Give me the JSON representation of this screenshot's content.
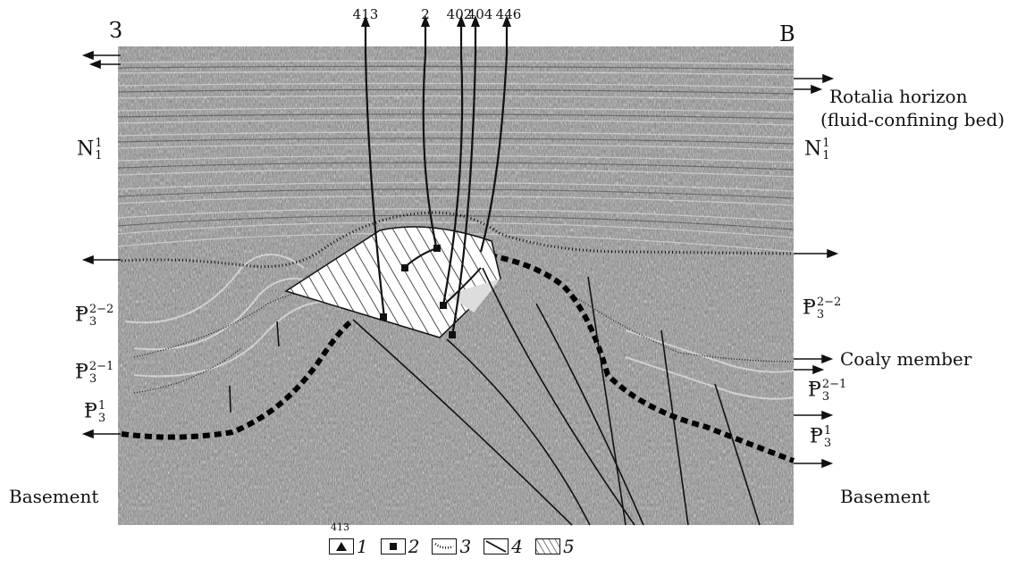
{
  "compass": {
    "west": "З",
    "east": "В"
  },
  "wells": [
    "413",
    "2",
    "402",
    "404",
    "446"
  ],
  "right_labels": {
    "rotalia_line1": "Rotalia horizon",
    "rotalia_line2": "(fluid-confining bed)",
    "coaly": "Coaly member",
    "basement": "Basement"
  },
  "left_labels": {
    "basement": "Basement"
  },
  "strata": {
    "n1_base": "N",
    "n1_sub": "1",
    "n1_sup": "1",
    "p32_2_base": "Ᵽ",
    "p32_2_sub": "3",
    "p32_2_sup": "2−2",
    "p32_1_base": "Ᵽ",
    "p32_1_sub": "3",
    "p32_1_sup": "2−1",
    "p31_base": "Ᵽ",
    "p31_sub": "3",
    "p31_sup": "1"
  },
  "legend": [
    {
      "num": "1",
      "sup": "413",
      "icon": "well-head-triangle-icon"
    },
    {
      "num": "2",
      "icon": "well-bottom-square-icon"
    },
    {
      "num": "3",
      "icon": "dotted-horizon-icon"
    },
    {
      "num": "4",
      "icon": "fault-line-icon"
    },
    {
      "num": "5",
      "icon": "hatched-pool-icon"
    }
  ],
  "colors": {
    "seismic_bg": "#8c8c8c",
    "ink": "#111111"
  }
}
